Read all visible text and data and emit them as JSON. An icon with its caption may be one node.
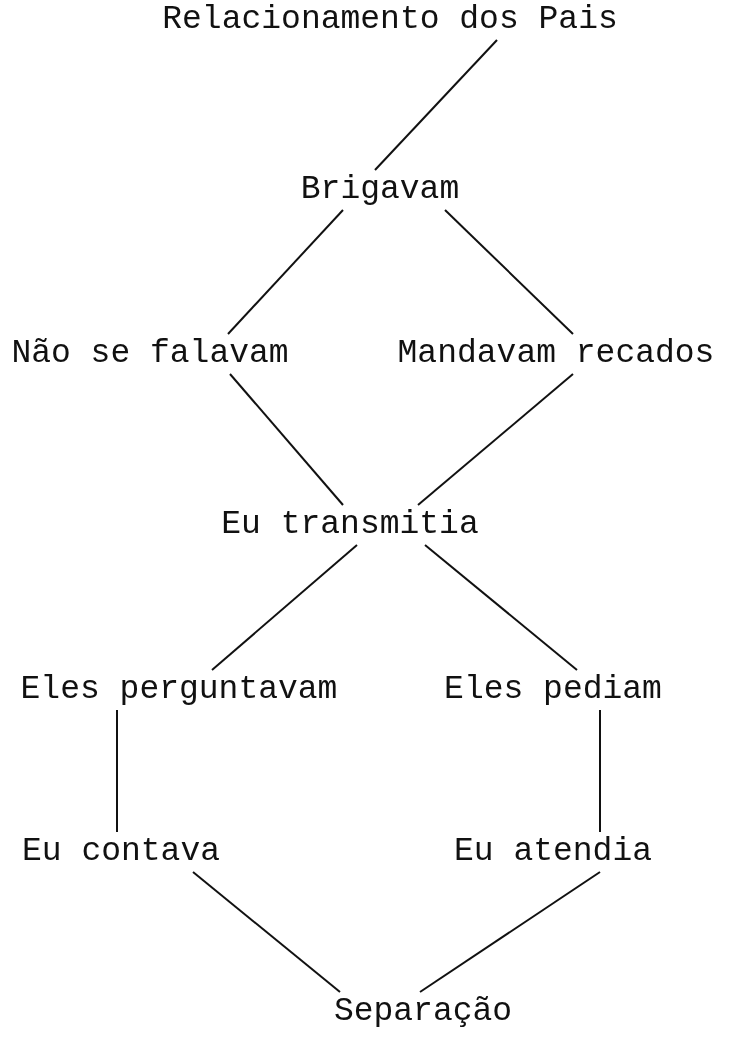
{
  "diagram": {
    "nodes": [
      {
        "text": [
          "Relacionamento dos Pais"
        ]
      },
      {
        "text": [
          "Brigavam"
        ]
      },
      {
        "text": [
          "Não se falavam"
        ]
      },
      {
        "text": [
          "Mandavam recados"
        ]
      },
      {
        "text": [
          "Eu transmitia"
        ]
      },
      {
        "text": [
          "Eles perguntavam"
        ]
      },
      {
        "text": [
          "Eles pediam"
        ]
      },
      {
        "text": [
          "Eu contava"
        ]
      },
      {
        "text": [
          "Eu atendia"
        ]
      },
      {
        "text": [
          "Separação"
        ]
      }
    ],
    "edges": [
      {
        "from": 0,
        "to": 1,
        "arrow": "none"
      },
      {
        "from": 1,
        "to": 2,
        "arrow": "none"
      },
      {
        "from": 1,
        "to": 3,
        "arrow": "none"
      },
      {
        "from": 2,
        "to": 4,
        "arrow": "none"
      },
      {
        "from": 3,
        "to": 4,
        "arrow": "none"
      },
      {
        "from": 4,
        "to": 5,
        "arrow": "none"
      },
      {
        "from": 4,
        "to": 6,
        "arrow": "none"
      },
      {
        "from": 5,
        "to": 7,
        "arrow": "none"
      },
      {
        "from": 6,
        "to": 8,
        "arrow": "none"
      },
      {
        "from": 7,
        "to": 9,
        "arrow": "none"
      },
      {
        "from": 8,
        "to": 9,
        "arrow": "none"
      }
    ]
  }
}
